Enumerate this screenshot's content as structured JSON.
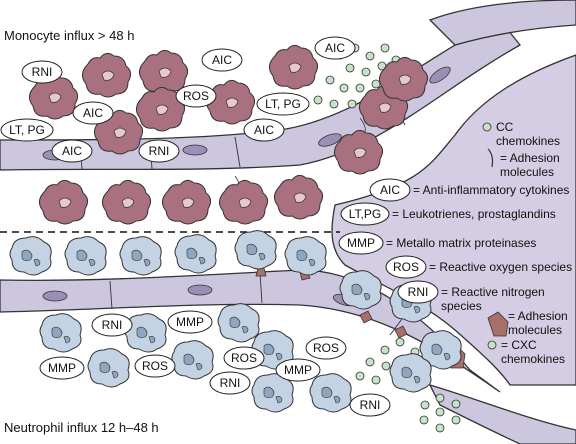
{
  "top_label": "Monocyte influx > 48 h",
  "bottom_label": "Neutrophil influx 12 h–48 h",
  "cell_tags": {
    "rni": "RNI",
    "aic": "AIC",
    "ros": "ROS",
    "lt_pg": "LT, PG",
    "mmp": "MMP"
  },
  "legend": {
    "cc_chemokines": "CC\nchemokines",
    "adhesion_top": "= Adhesion\nmolecules",
    "aic_key": "AIC",
    "aic_text": "= Anti-inflammatory cytokines",
    "ltpg_key": "LT,PG",
    "ltpg_text": "= Leukotrienes, prostaglandins",
    "mmp_key": "MMP",
    "mmp_text": "= Metallo matrix proteinases",
    "ros_key": "ROS",
    "ros_text": "= Reactive oxygen species",
    "rni_key": "RNI",
    "rni_text": "= Reactive nitrogen\nspecies",
    "adhesion_bottom": "= Adhesion\nmolecules",
    "cxc_chemokines": "= CXC\nchemokines"
  },
  "colors": {
    "vessel_fill": "#cdc6df",
    "vessel_stroke": "#333333",
    "tissue_fill": "#d4cde3",
    "monocyte_fill": "#a9707f",
    "neutrophil_fill": "#c4d3e3",
    "adhesion_fill": "#a8706a"
  }
}
